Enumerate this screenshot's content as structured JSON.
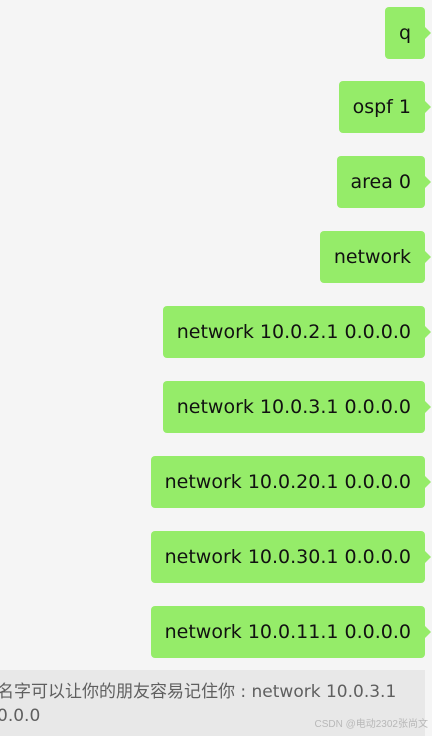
{
  "messages": [
    {
      "text": "q"
    },
    {
      "text": "ospf 1"
    },
    {
      "text": "area 0"
    },
    {
      "text": "network"
    },
    {
      "text": "network 10.0.2.1 0.0.0.0"
    },
    {
      "text": "network 10.0.3.1 0.0.0.0"
    },
    {
      "text": "network 10.0.20.1 0.0.0.0"
    },
    {
      "text": "network 10.0.30.1 0.0.0.0"
    },
    {
      "text": "network 10.0.11.1 0.0.0.0"
    }
  ],
  "preview": {
    "line1": "名字可以让你的朋友容易记住你 : network 10.0.3.1",
    "line2": "0.0.0"
  },
  "watermark": "CSDN @电动2302张尚文",
  "colors": {
    "bubble": "#95ec69",
    "background": "#f5f5f5"
  }
}
